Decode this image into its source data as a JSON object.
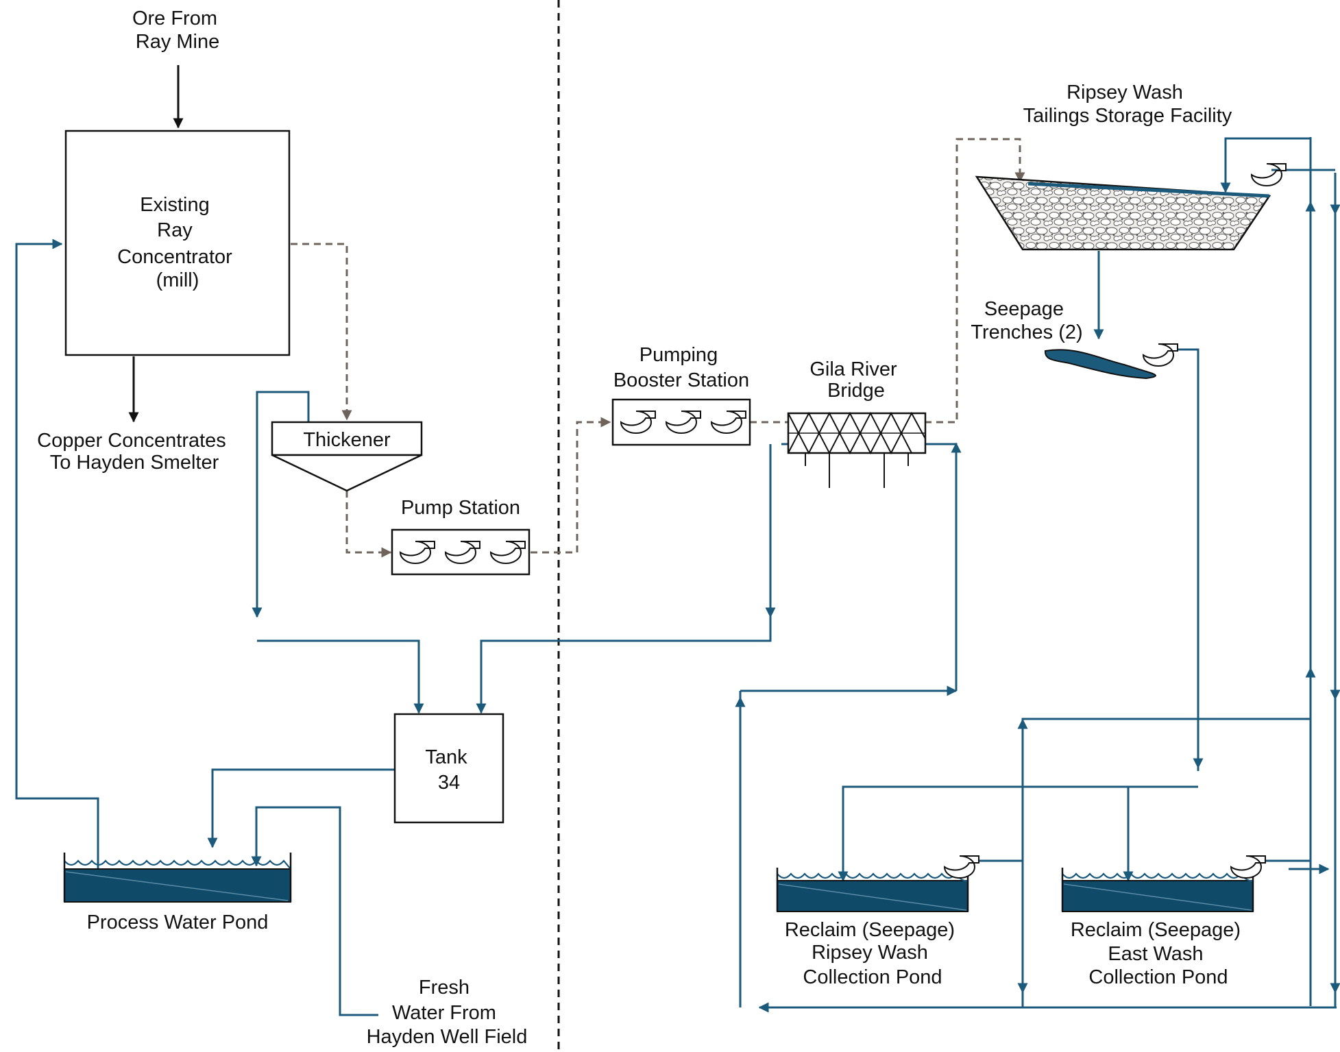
{
  "labels": {
    "ore_source": [
      "Ore From",
      "Ray Mine"
    ],
    "concentrator": [
      "Existing",
      "Ray",
      "Concentrator",
      "(mill)"
    ],
    "copper": [
      "Copper Concentrates",
      "To Hayden Smelter"
    ],
    "thickener": "Thickener",
    "pump_station": "Pump Station",
    "booster": [
      "Pumping",
      "Booster Station"
    ],
    "bridge": [
      "Gila River",
      "Bridge"
    ],
    "tsf": [
      "Ripsey Wash",
      "Tailings Storage Facility"
    ],
    "seepage": [
      "Seepage",
      "Trenches (2)"
    ],
    "tank": [
      "Tank",
      "34"
    ],
    "process_pond": "Process Water Pond",
    "fresh_water": [
      "Fresh",
      "Water From",
      "Hayden Well Field"
    ],
    "ripsey_pond": [
      "Reclaim (Seepage)",
      "Ripsey Wash",
      "Collection Pond"
    ],
    "east_pond": [
      "Reclaim (Seepage)",
      "East Wash",
      "Collection Pond"
    ]
  },
  "colors": {
    "water_line": "#1c5a7c",
    "slurry_line": "#6e645c",
    "pond_water": "#0f4a68",
    "outline": "#111111"
  },
  "icons": {
    "pump": "centrifugal-pump-icon",
    "pond": "pond-waves-icon",
    "tailings": "tailings-rock-fill-icon"
  }
}
